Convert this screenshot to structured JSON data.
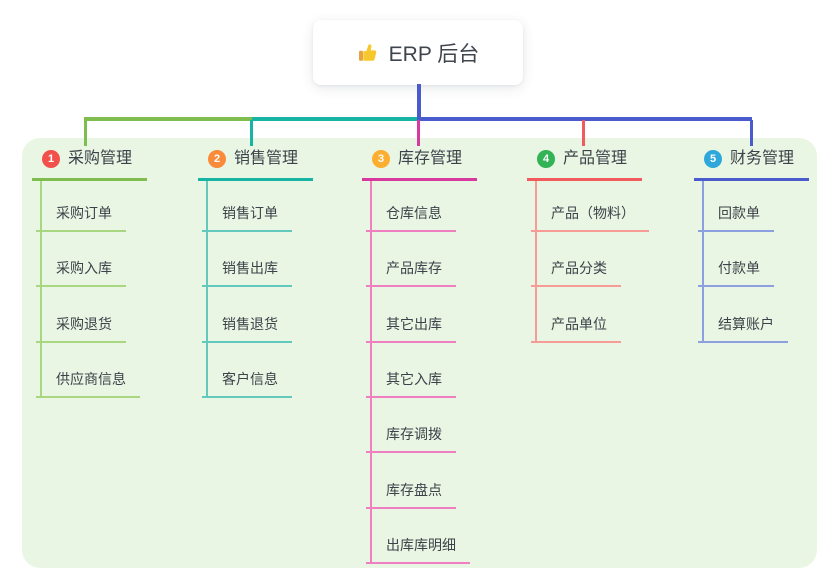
{
  "root": {
    "label": "ERP 后台",
    "icon": "thumbs-up-icon"
  },
  "colors": {
    "panel_bg": "#EAF6E4",
    "trunk": "#4A5BCE",
    "text": "#3C4249"
  },
  "branches": [
    {
      "index": "1",
      "label": "采购管理",
      "badge_color": "#F2504B",
      "line_color": "#7FBE4E",
      "child_line_color": "#A9D680",
      "children": [
        "采购订单",
        "采购入库",
        "采购退货",
        "供应商信息"
      ]
    },
    {
      "index": "2",
      "label": "销售管理",
      "badge_color": "#F98B3B",
      "line_color": "#17B3A3",
      "child_line_color": "#63C9BD",
      "children": [
        "销售订单",
        "销售出库",
        "销售退货",
        "客户信息"
      ]
    },
    {
      "index": "3",
      "label": "库存管理",
      "badge_color": "#FBAE30",
      "line_color": "#D8399F",
      "child_line_color": "#F07FC1",
      "children": [
        "仓库信息",
        "产品库存",
        "其它出库",
        "其它入库",
        "库存调拨",
        "库存盘点",
        "出库库明细"
      ]
    },
    {
      "index": "4",
      "label": "产品管理",
      "badge_color": "#32B356",
      "line_color": "#F15B5E",
      "child_line_color": "#F79B97",
      "children": [
        "产品（物料）",
        "产品分类",
        "产品单位"
      ]
    },
    {
      "index": "5",
      "label": "财务管理",
      "badge_color": "#2EA8DB",
      "line_color": "#4A5BCE",
      "child_line_color": "#8CA0DF",
      "children": [
        "回款单",
        "付款单",
        "结算账户"
      ]
    }
  ]
}
